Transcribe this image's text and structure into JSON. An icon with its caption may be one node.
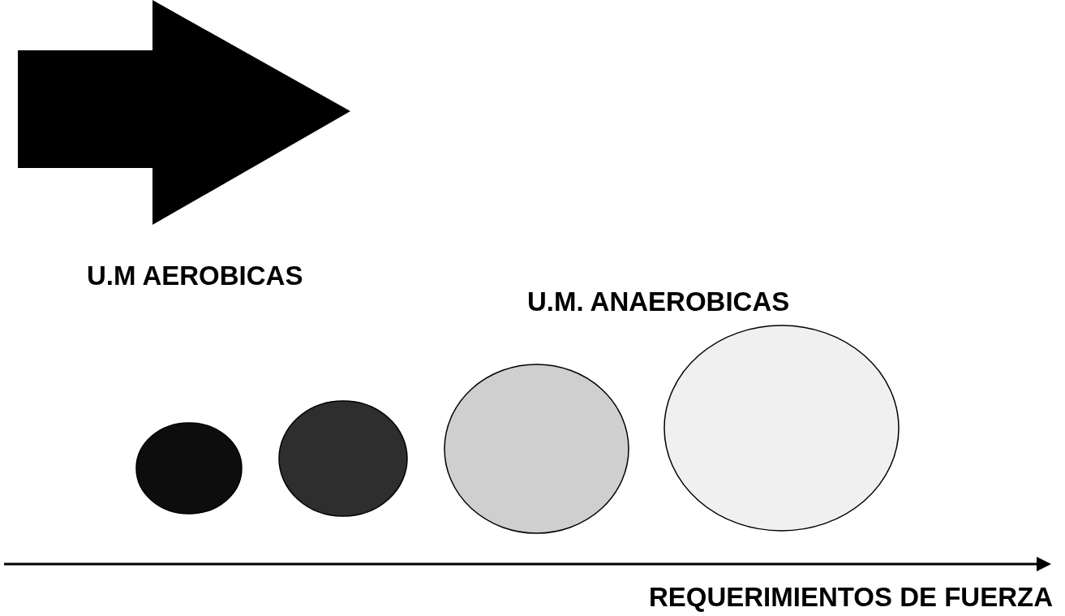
{
  "diagram": {
    "nodes": [
      {
        "text": [],
        "shape": "circle"
      },
      {
        "text": [],
        "shape": "circle"
      },
      {
        "text": [],
        "shape": "circle"
      },
      {
        "text": [],
        "shape": "circle"
      }
    ],
    "labels": [
      "U.M AEROBICAS",
      "U.M. ANAEROBICAS",
      "REQUERIMIENTOS DE FUERZA"
    ]
  }
}
